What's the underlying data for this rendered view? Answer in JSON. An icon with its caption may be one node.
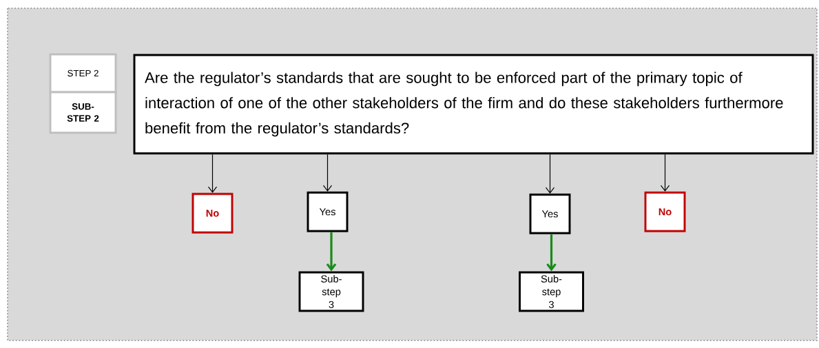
{
  "diagram": {
    "nodes": [
      {
        "text": [
          "STEP 2"
        ]
      },
      {
        "text": [
          "SUB-STEP 2"
        ]
      },
      {
        "text": [
          "Are the regulator’s standards that are sought to be enforced part of the primary topic of interaction of one of the other stakeholders of the firm and do these stakeholders furthermore benefit from the regulator’s standards?"
        ]
      },
      {
        "text": [
          "No"
        ]
      },
      {
        "text": [
          "Yes"
        ]
      },
      {
        "text": [
          "Yes"
        ]
      },
      {
        "text": [
          "No"
        ]
      },
      {
        "text": [
          "Sub-step 3"
        ]
      },
      {
        "text": [
          "Sub-step 3"
        ]
      }
    ],
    "edges": [
      {
        "from": 2,
        "to": 3,
        "arrow": "to"
      },
      {
        "from": 2,
        "to": 4,
        "arrow": "to"
      },
      {
        "from": 2,
        "to": 5,
        "arrow": "to"
      },
      {
        "from": 2,
        "to": 6,
        "arrow": "to"
      },
      {
        "from": 4,
        "to": 7,
        "arrow": "to",
        "style": "thick",
        "color": "#1a8a1a"
      },
      {
        "from": 5,
        "to": 8,
        "arrow": "to",
        "style": "thick",
        "color": "#1a8a1a"
      }
    ]
  }
}
